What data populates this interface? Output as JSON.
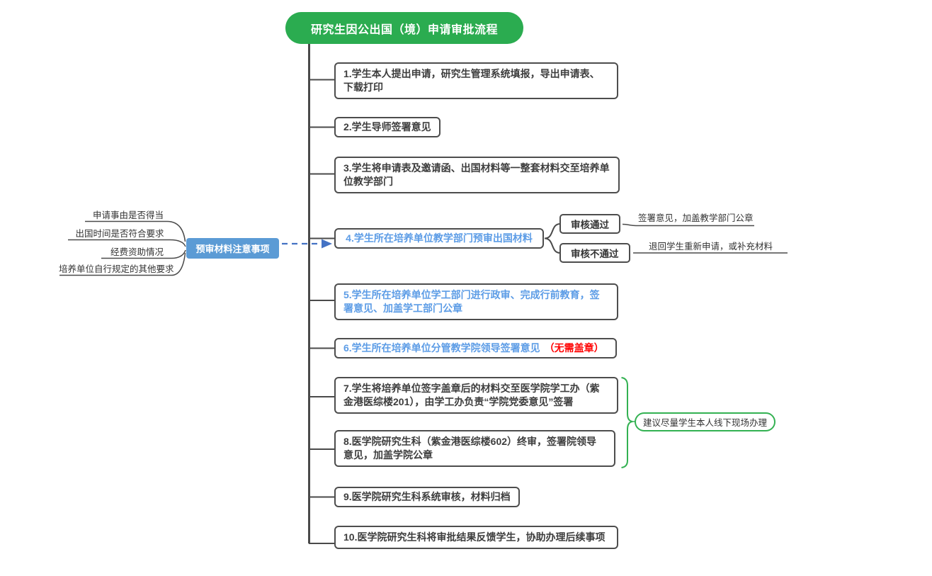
{
  "title": "研究生因公出国（境）申请审批流程",
  "steps": [
    {
      "text": "1.学生本人提出申请，研究生管理系统填报，导出申请表、下载打印"
    },
    {
      "text": "2.学生导师签署意见"
    },
    {
      "text": "3.学生将申请表及邀请函、出国材料等一整套材料交至培养单位教学部门"
    },
    {
      "text": "4.学生所在培养单位教学部门预审出国材料"
    },
    {
      "text": "5.学生所在培养单位学工部门进行政审、完成行前教育，签署意见、加盖学工部门公章"
    },
    {
      "text": "6.学生所在培养单位分管教学院领导签署意见",
      "note_red": "（无需盖章）"
    },
    {
      "text": "7.学生将培养单位签字盖章后的材料交至医学院学工办（紫金港医综楼201），由学工办负责“学院党委意见”签署"
    },
    {
      "text": "8.医学院研究生科（紫金港医综楼602）终审，签署院领导意见，加盖学院公章"
    },
    {
      "text": "9.医学院研究生科系统审核，材料归档"
    },
    {
      "text": "10.医学院研究生科将审批结果反馈学生，协助办理后续事项"
    }
  ],
  "precheck": {
    "label": "预审材料注意事项",
    "items": [
      "申请事由是否得当",
      "出国时间是否符合要求",
      "经费资助情况",
      "培养单位自行规定的其他要求"
    ]
  },
  "review": {
    "pass_label": "审核通过",
    "pass_note": "签署意见，加盖教学部门公章",
    "fail_label": "审核不通过",
    "fail_note": "退回学生重新申请，或补充材料"
  },
  "suggestion": "建议尽量学生本人线下现场办理",
  "colors": {
    "green": "#2BAC50",
    "green_border": "#33B152",
    "blue_fill": "#5B9BD5",
    "blue_text": "#5C9CE6",
    "red": "#FF0000",
    "line": "#4A4A4A",
    "dash_blue": "#4472C4"
  }
}
